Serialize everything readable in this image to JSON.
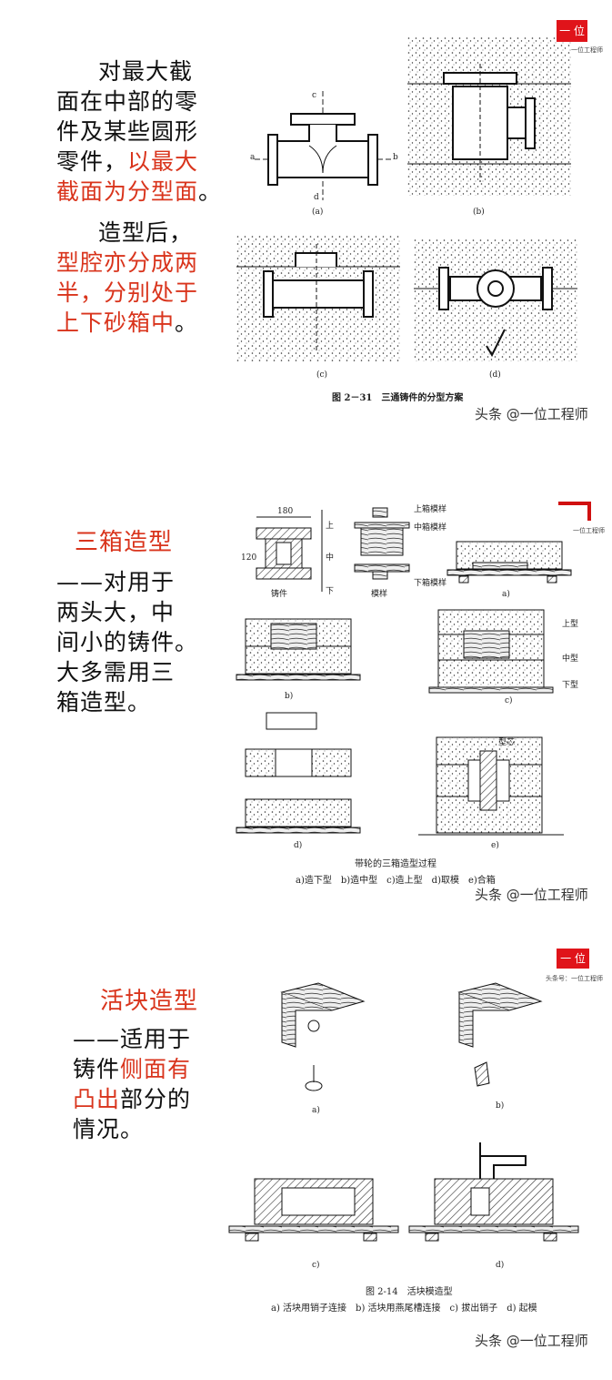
{
  "slide1": {
    "text_lines": [
      {
        "parts": [
          {
            "t": "对最大截",
            "red": false
          }
        ]
      },
      {
        "parts": [
          {
            "t": "面在中部的零",
            "red": false
          }
        ]
      },
      {
        "parts": [
          {
            "t": "件及某些圆形",
            "red": false
          }
        ]
      },
      {
        "parts": [
          {
            "t": "零件，",
            "red": false
          },
          {
            "t": "以最大",
            "red": true
          }
        ]
      },
      {
        "parts": [
          {
            "t": "截面为分型面",
            "red": true
          },
          {
            "t": "。",
            "red": false
          }
        ]
      },
      {
        "parts": [
          {
            "t": "造型后，",
            "red": false
          }
        ]
      },
      {
        "parts": [
          {
            "t": "型腔亦分成两",
            "red": true
          }
        ]
      },
      {
        "parts": [
          {
            "t": "半，分别处于",
            "red": true
          }
        ]
      },
      {
        "parts": [
          {
            "t": "上下砂箱中",
            "red": true
          },
          {
            "t": "。",
            "red": false
          }
        ]
      }
    ],
    "labels": {
      "a": "(a)",
      "b": "(b)",
      "c": "(c)",
      "d": "(d)",
      "axis_a": "a",
      "axis_b": "b",
      "axis_c": "c",
      "axis_d": "d"
    },
    "figure_caption": "图 2－31　三通铸件的分型方案",
    "logo_text": "一 位",
    "logo_sub": "一位工程师",
    "credit": "头条 @一位工程师"
  },
  "slide2": {
    "title": "三箱造型",
    "text_lines": [
      "——对用于",
      "两头大，中",
      "间小的铸件。",
      "大多需用三",
      "箱造型。"
    ],
    "labels": {
      "width": "180",
      "height": "120",
      "upper": "上",
      "middle": "中",
      "lower": "下",
      "casting": "铸件",
      "pattern": "模样",
      "upper_pattern": "上箱模样",
      "middle_pattern": "中箱模样",
      "lower_pattern": "下箱模样",
      "a": "a)",
      "b": "b)",
      "c": "c)",
      "d": "d)",
      "e": "e)",
      "upper_mold": "上型",
      "middle_mold": "中型",
      "lower_mold": "下型",
      "core": "型芯"
    },
    "figure_caption": "带轮的三箱造型过程",
    "figure_subcaption": "a)造下型　b)造中型　c)造上型　d)取模　e)合箱",
    "logo_sub": "一位工程师",
    "credit": "头条 @一位工程师"
  },
  "slide3": {
    "title": "活块造型",
    "text_lines": [
      {
        "parts": [
          {
            "t": "——适用于",
            "red": false
          }
        ]
      },
      {
        "parts": [
          {
            "t": "铸件",
            "red": false
          },
          {
            "t": "侧面有",
            "red": true
          }
        ]
      },
      {
        "parts": [
          {
            "t": "凸出",
            "red": true
          },
          {
            "t": "部分的",
            "red": false
          }
        ]
      },
      {
        "parts": [
          {
            "t": "情况。",
            "red": false
          }
        ]
      }
    ],
    "labels": {
      "a": "a)",
      "b": "b)",
      "c": "c)",
      "d": "d)"
    },
    "figure_caption": "图 2-14　活块模造型",
    "figure_subcaption": "a) 活块用销子连接　b) 活块用燕尾槽连接　c) 拔出销子　d) 起模",
    "logo_text": "一 位",
    "logo_sub": "头条号：一位工程师",
    "credit": "头条 @一位工程师"
  }
}
